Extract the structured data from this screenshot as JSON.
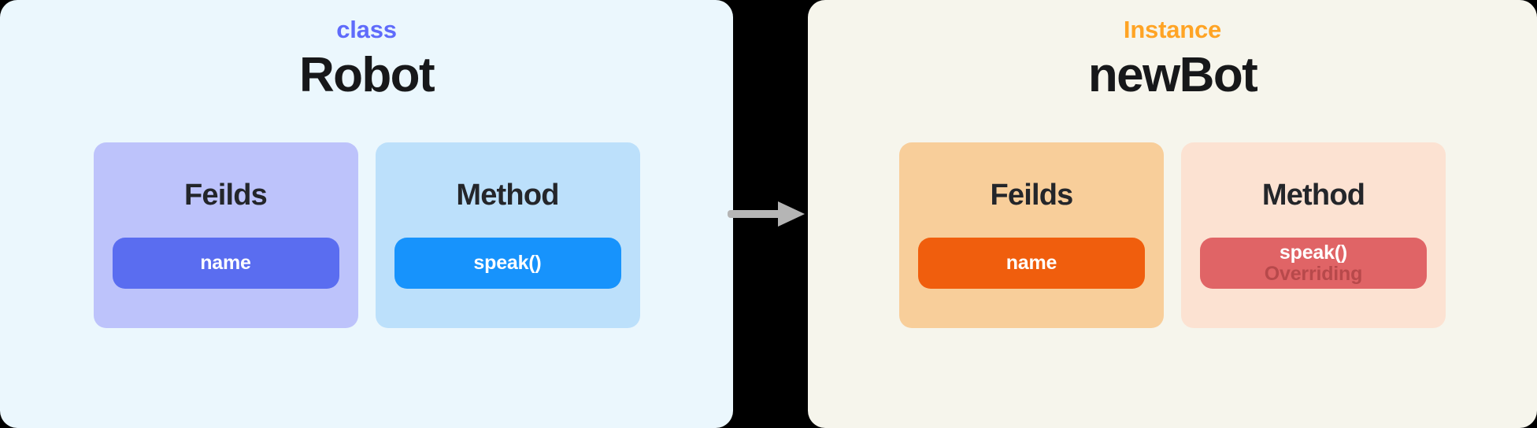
{
  "diagram": {
    "arrow_icon": "arrow-right-icon",
    "arrow_color": "#B5B5B5",
    "background": "#000000"
  },
  "class_panel": {
    "background": "#EBF7FD",
    "kicker": "class",
    "kicker_color": "#5F6BFB",
    "title": "Robot",
    "title_color": "#17181A",
    "members": [
      {
        "title": "Feilds",
        "box_color": "#BDC3FB",
        "pill_label": "name",
        "pill_color": "#5A6DF0"
      },
      {
        "title": "Method",
        "box_color": "#BCE0FB",
        "pill_label": "speak()",
        "pill_color": "#1793FC"
      }
    ]
  },
  "instance_panel": {
    "background": "#F6F5EC",
    "kicker": "Instance",
    "kicker_color": "#FFA425",
    "title": "newBot",
    "title_color": "#17181A",
    "members": [
      {
        "title": "Feilds",
        "box_color": "#F8CE9A",
        "pill_label": "name",
        "pill_color": "#F05E0D"
      },
      {
        "title": "Method",
        "box_color": "#FCE2D2",
        "pill_label": "speak()",
        "pill_color": "#E06466",
        "note": "Overriding",
        "note_color": "#B7494B"
      }
    ]
  }
}
